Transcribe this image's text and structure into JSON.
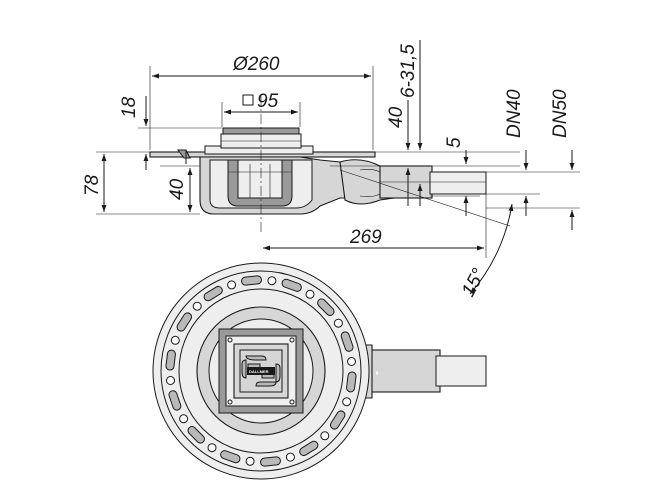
{
  "dimensions": {
    "diameter_260": "Ø260",
    "grate_95": "95",
    "height_18": "18",
    "offset_40_top": "40",
    "range_6_31_5": "6-31,5",
    "total_78": "78",
    "depth_40": "40",
    "outlet_5": "5",
    "dn40": "DN40",
    "dn50": "DN50",
    "length_269": "269",
    "angle_15": "15°"
  },
  "labels": {
    "brand": "DALLMER"
  },
  "colors": {
    "line": "#1a1a1a",
    "body_fill": "#d6d6d6",
    "dark_fill": "#9a9a9a",
    "light_fill": "#eeeeee"
  },
  "icons": {
    "square_symbol": "square-outline-icon"
  }
}
